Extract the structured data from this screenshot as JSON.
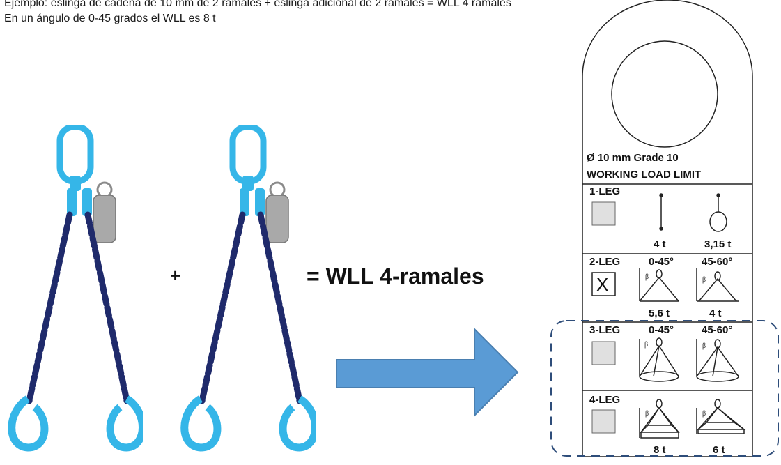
{
  "intro": {
    "line1": "Ejemplo: eslinga de cadena de 10 mm de 2 ramales + eslinga adicional de 2 ramales = WLL 4 ramales",
    "line2": "En un ángulo de 0-45 grados el WLL es 8 t"
  },
  "plus_sign": "+",
  "result_text": "= WLL 4-ramales",
  "colors": {
    "hook_blue": "#35b6e8",
    "chain_navy": "#1f2a6b",
    "arrow_blue": "#5a9bd5",
    "dash_blue": "#2e4d7a"
  },
  "icons": [
    "master-link-icon",
    "chain-icon",
    "hook-icon",
    "id-tag-icon",
    "right-arrow-icon"
  ],
  "tag": {
    "spec_line1": "Ø 10 mm Grade 10",
    "spec_line2": "WORKING LOAD LIMIT",
    "rows": [
      {
        "label": "1-LEG",
        "mark": "",
        "col1_angle": "",
        "col2_angle": "",
        "col1_value": "4 t",
        "col2_value": "3,15 t"
      },
      {
        "label": "2-LEG",
        "mark": "X",
        "col1_angle": "0-45°",
        "col2_angle": "45-60°",
        "col1_value": "5,6 t",
        "col2_value": "4 t"
      },
      {
        "label": "3-LEG",
        "mark": "",
        "col1_angle": "0-45°",
        "col2_angle": "45-60°",
        "col1_value": "",
        "col2_value": ""
      },
      {
        "label": "4-LEG",
        "mark": "",
        "col1_angle": "",
        "col2_angle": "",
        "col1_value": "8 t",
        "col2_value": "6 t"
      }
    ],
    "beta": "β"
  }
}
